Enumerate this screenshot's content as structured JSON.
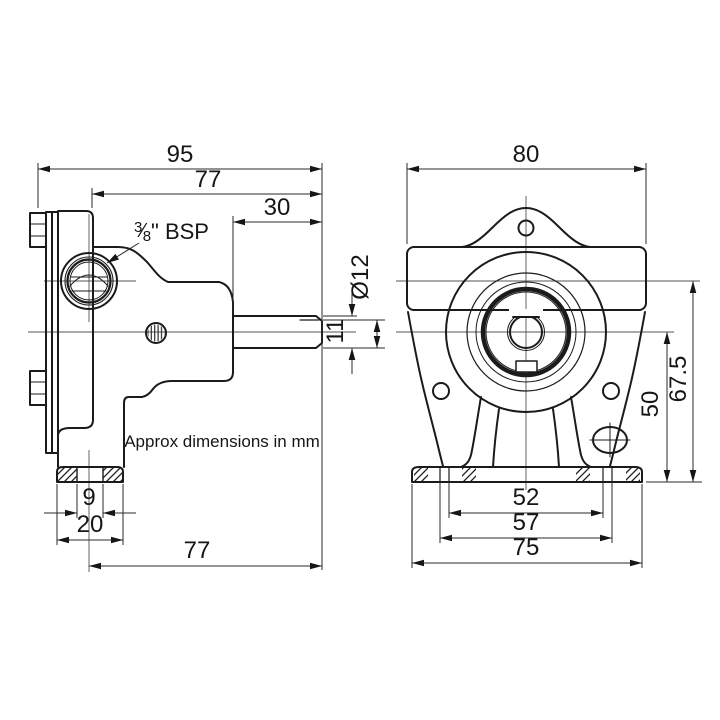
{
  "drawing": {
    "note": "Approx dimensions in mm",
    "colors": {
      "line": "#1b1b1b",
      "thin_line": "#3a3a3a",
      "centerline": "#555555",
      "background": "#ffffff"
    },
    "side_view": {
      "port_label": {
        "num": "3",
        "slash": "⁄",
        "den": "8",
        "rest": "\" BSP"
      },
      "dims": {
        "overall_length": "95",
        "body_length": "77",
        "shaft_protrusion": "30",
        "shaft_diameter": "Ø12",
        "shaft_flat": "11",
        "foot_slot_width": "9",
        "foot_width": "20",
        "base_length": "77"
      }
    },
    "front_view": {
      "dims": {
        "overall_width": "80",
        "slot_centres": "52",
        "slot_outer_spacing": "57",
        "base_width": "75",
        "shaft_centre_height": "50",
        "port_centre_height": "67.5"
      }
    }
  }
}
